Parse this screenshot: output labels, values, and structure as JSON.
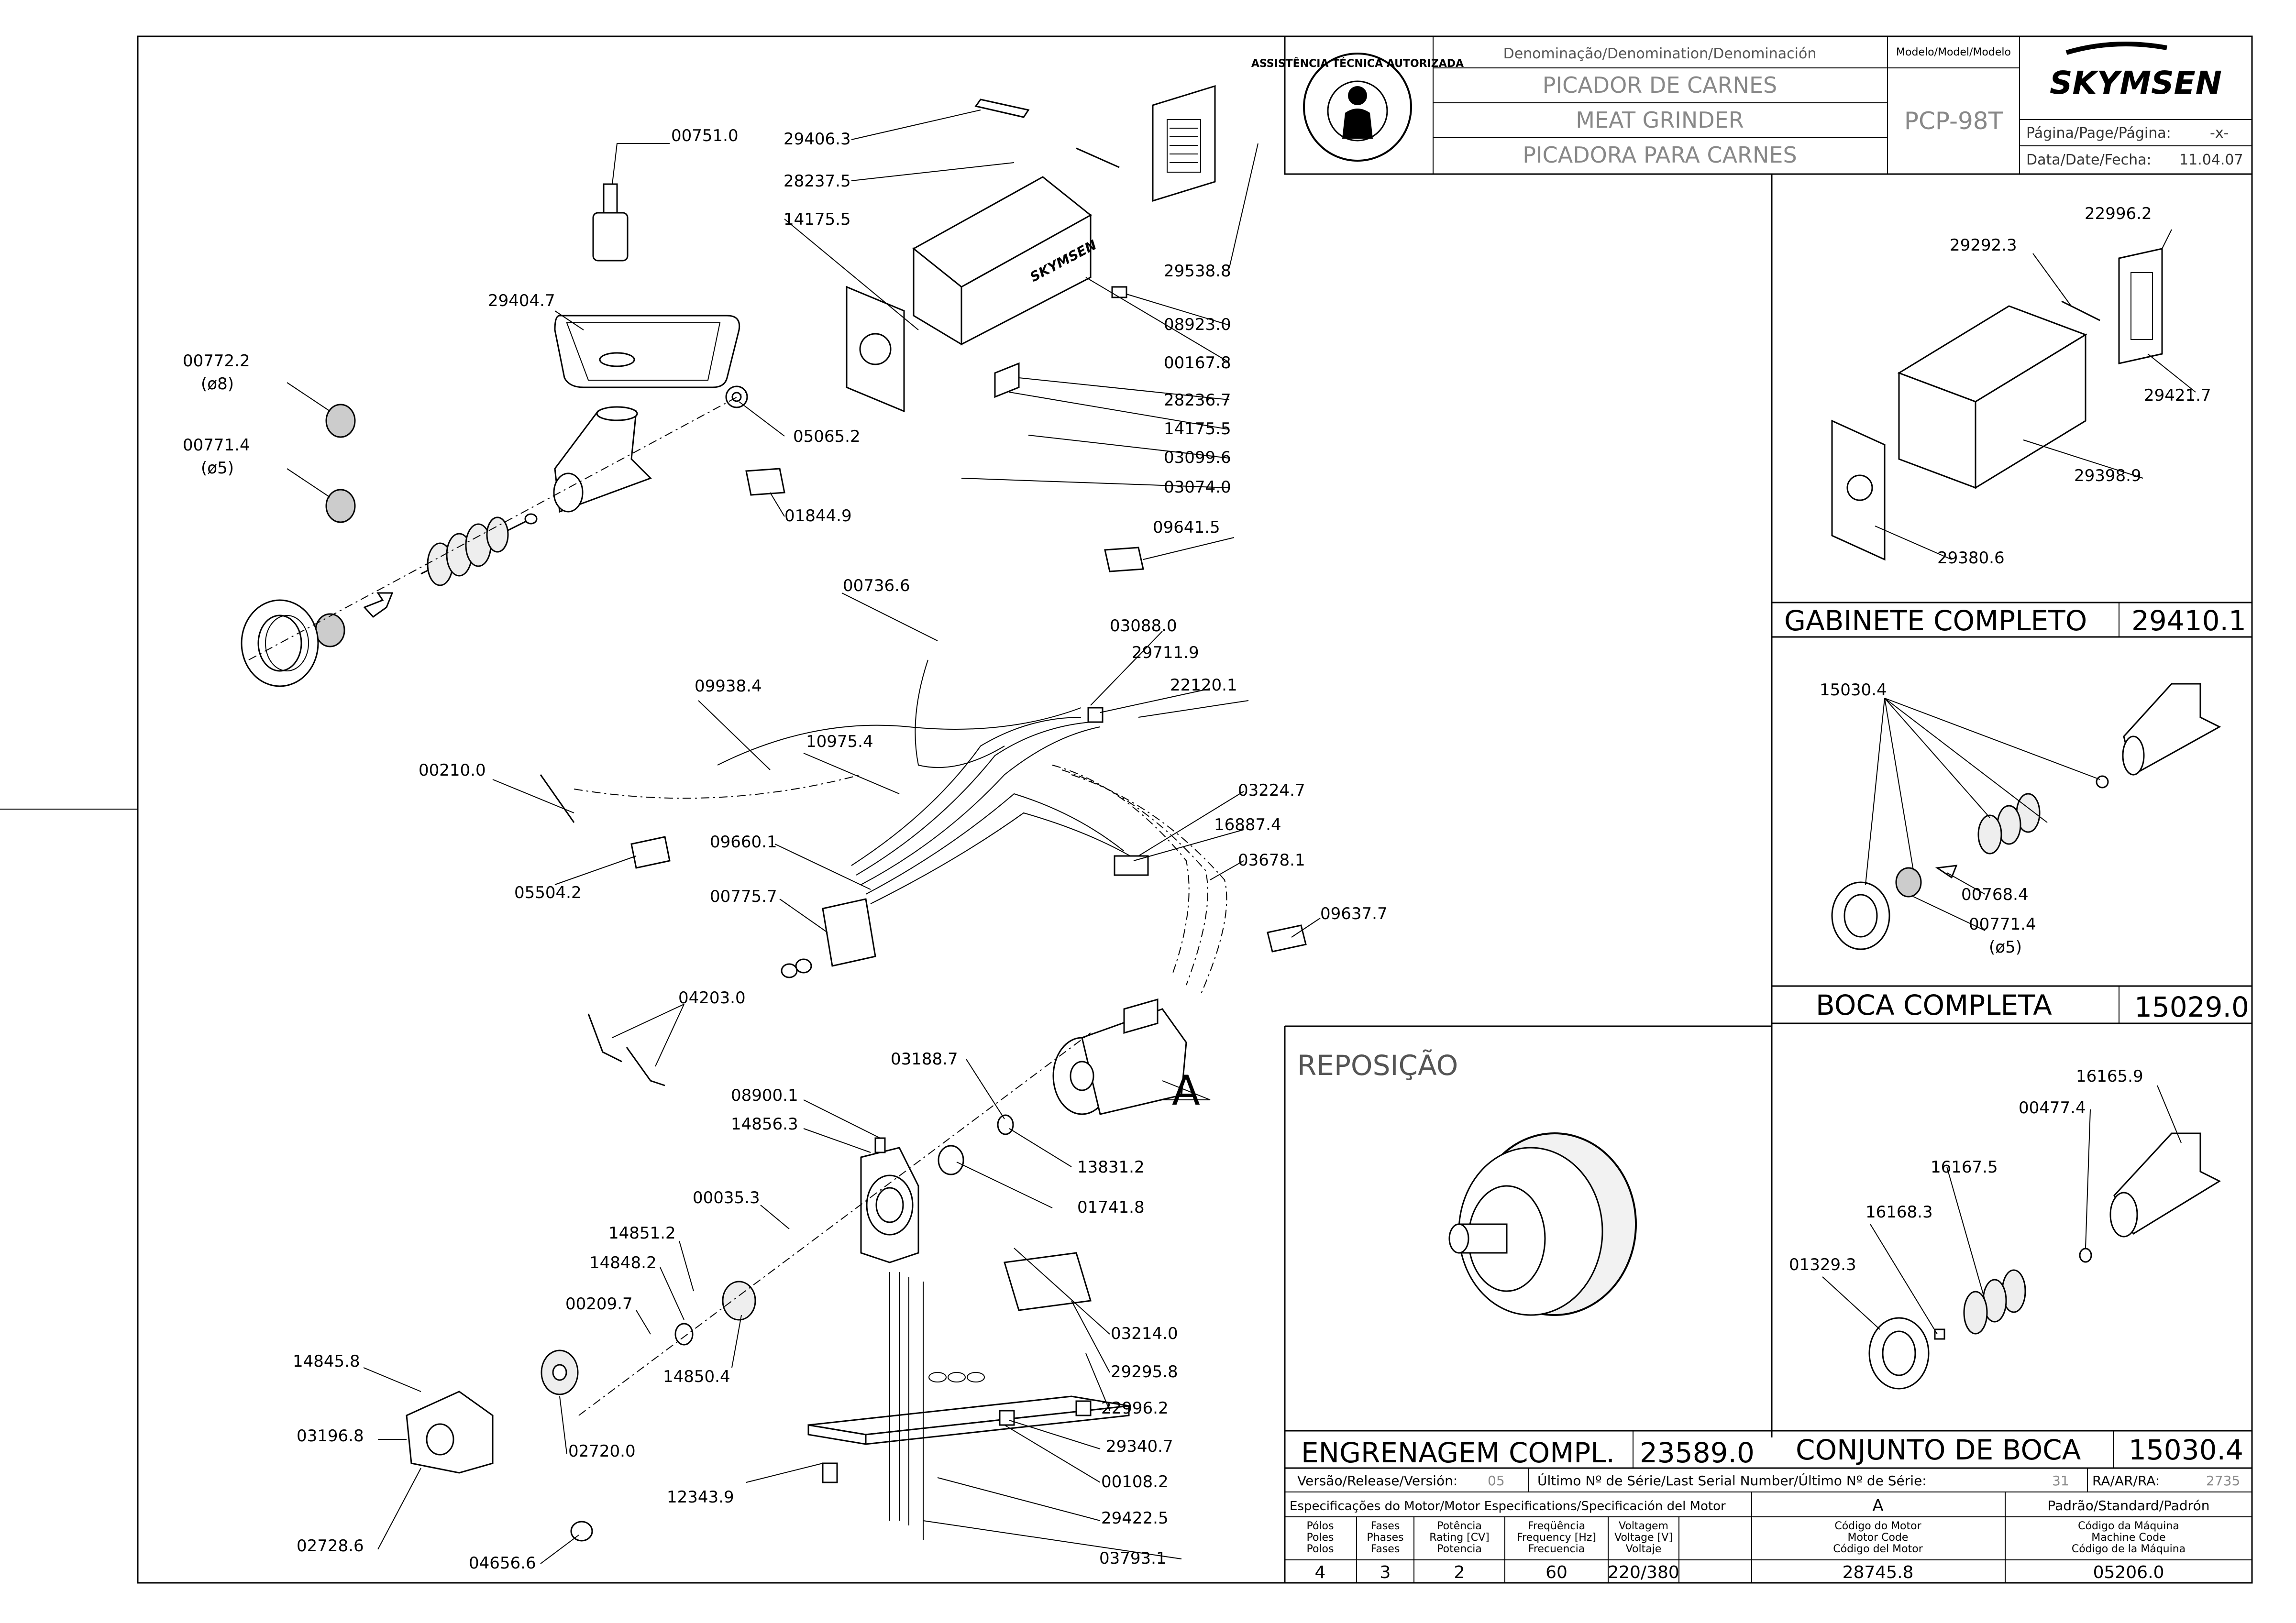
{
  "title_block": {
    "denomination_header": "Denominação/Denomination/Denominación",
    "model_header": "Modelo/Model/Modelo",
    "name_pt": "PICADOR DE CARNES",
    "name_en": "MEAT GRINDER",
    "name_es": "PICADORA PARA CARNES",
    "model": "PCP-98T",
    "brand": "SKYMSEN",
    "seal_text": "ASSISTÊNCIA TÉCNICA AUTORIZADA",
    "page_label": "Página/Page/Página:",
    "page_value": "-x-",
    "date_label": "Data/Date/Fecha:",
    "date_value": "11.04.07"
  },
  "main_labels": [
    "00751.0",
    "29406.3",
    "28237.5",
    "14175.5",
    "29538.8",
    "08923.0",
    "00167.8",
    "28236.7",
    "14175.5",
    "03099.6",
    "03074.0",
    "29404.7",
    "00772.2",
    "(ø8)",
    "00771.4",
    "(ø5)",
    "05065.2",
    "01844.9",
    "09641.5",
    "00736.6",
    "09938.4",
    "10975.4",
    "03088.0",
    "29711.9",
    "22120.1",
    "00210.0",
    "05504.2",
    "09660.1",
    "00775.7",
    "03224.7",
    "16887.4",
    "03678.1",
    "09637.7",
    "04203.0",
    "03188.7",
    "08900.1",
    "14856.3",
    "13831.2",
    "01741.8",
    "00035.3",
    "14851.2",
    "14848.2",
    "00209.7",
    "14850.4",
    "03214.0",
    "29295.8",
    "22996.2",
    "14845.8",
    "03196.8",
    "02720.0",
    "29340.7",
    "00108.2",
    "12343.9",
    "29422.5",
    "02728.6",
    "04656.6",
    "03793.1",
    "A"
  ],
  "gabinete": {
    "labels": [
      "22996.2",
      "29292.3",
      "29421.7",
      "29398.9",
      "29380.6"
    ],
    "title": "GABINETE COMPLETO",
    "code": "29410.1"
  },
  "boca": {
    "labels": [
      "15030.4",
      "00768.4",
      "00771.4",
      "(ø5)"
    ],
    "title": "BOCA COMPLETA",
    "code": "15029.0"
  },
  "conjunto": {
    "labels": [
      "16165.9",
      "00477.4",
      "16167.5",
      "16168.3",
      "01329.3"
    ],
    "title": "CONJUNTO DE BOCA",
    "code": "15030.4"
  },
  "reposicao": {
    "title": "REPOSIÇÃO",
    "caption": "ENGRENAGEM COMPL.",
    "code": "23589.0"
  },
  "release_row": {
    "version_label": "Versão/Release/Versión:",
    "version_value": "05",
    "serial_label": "Último Nº de Série/Last Serial Number/Último Nº de Série:",
    "serial_value": "31",
    "ra_label": "RA/AR/RA:",
    "ra_value": "2735"
  },
  "motor_spec": {
    "header": "Especificações do Motor/Motor Especifications/Specificación del Motor",
    "group_a": "A",
    "group_std": "Padrão/Standard/Padrón",
    "columns": [
      [
        "Pólos",
        "Poles",
        "Polos"
      ],
      [
        "Fases",
        "Phases",
        "Fases"
      ],
      [
        "Potência",
        "Rating [CV]",
        "Potencia"
      ],
      [
        "Freqüência",
        "Frequency [Hz]",
        "Frecuencia"
      ],
      [
        "Voltagem",
        "Voltage [V]",
        "Voltaje"
      ],
      [
        "Código do Motor",
        "Motor Code",
        "Código del Motor"
      ],
      [
        "Código da Máquina",
        "Machine Code",
        "Código de la Máquina"
      ]
    ],
    "values": [
      "4",
      "3",
      "2",
      "60",
      "220/380",
      "28745.8",
      "05206.0"
    ]
  }
}
